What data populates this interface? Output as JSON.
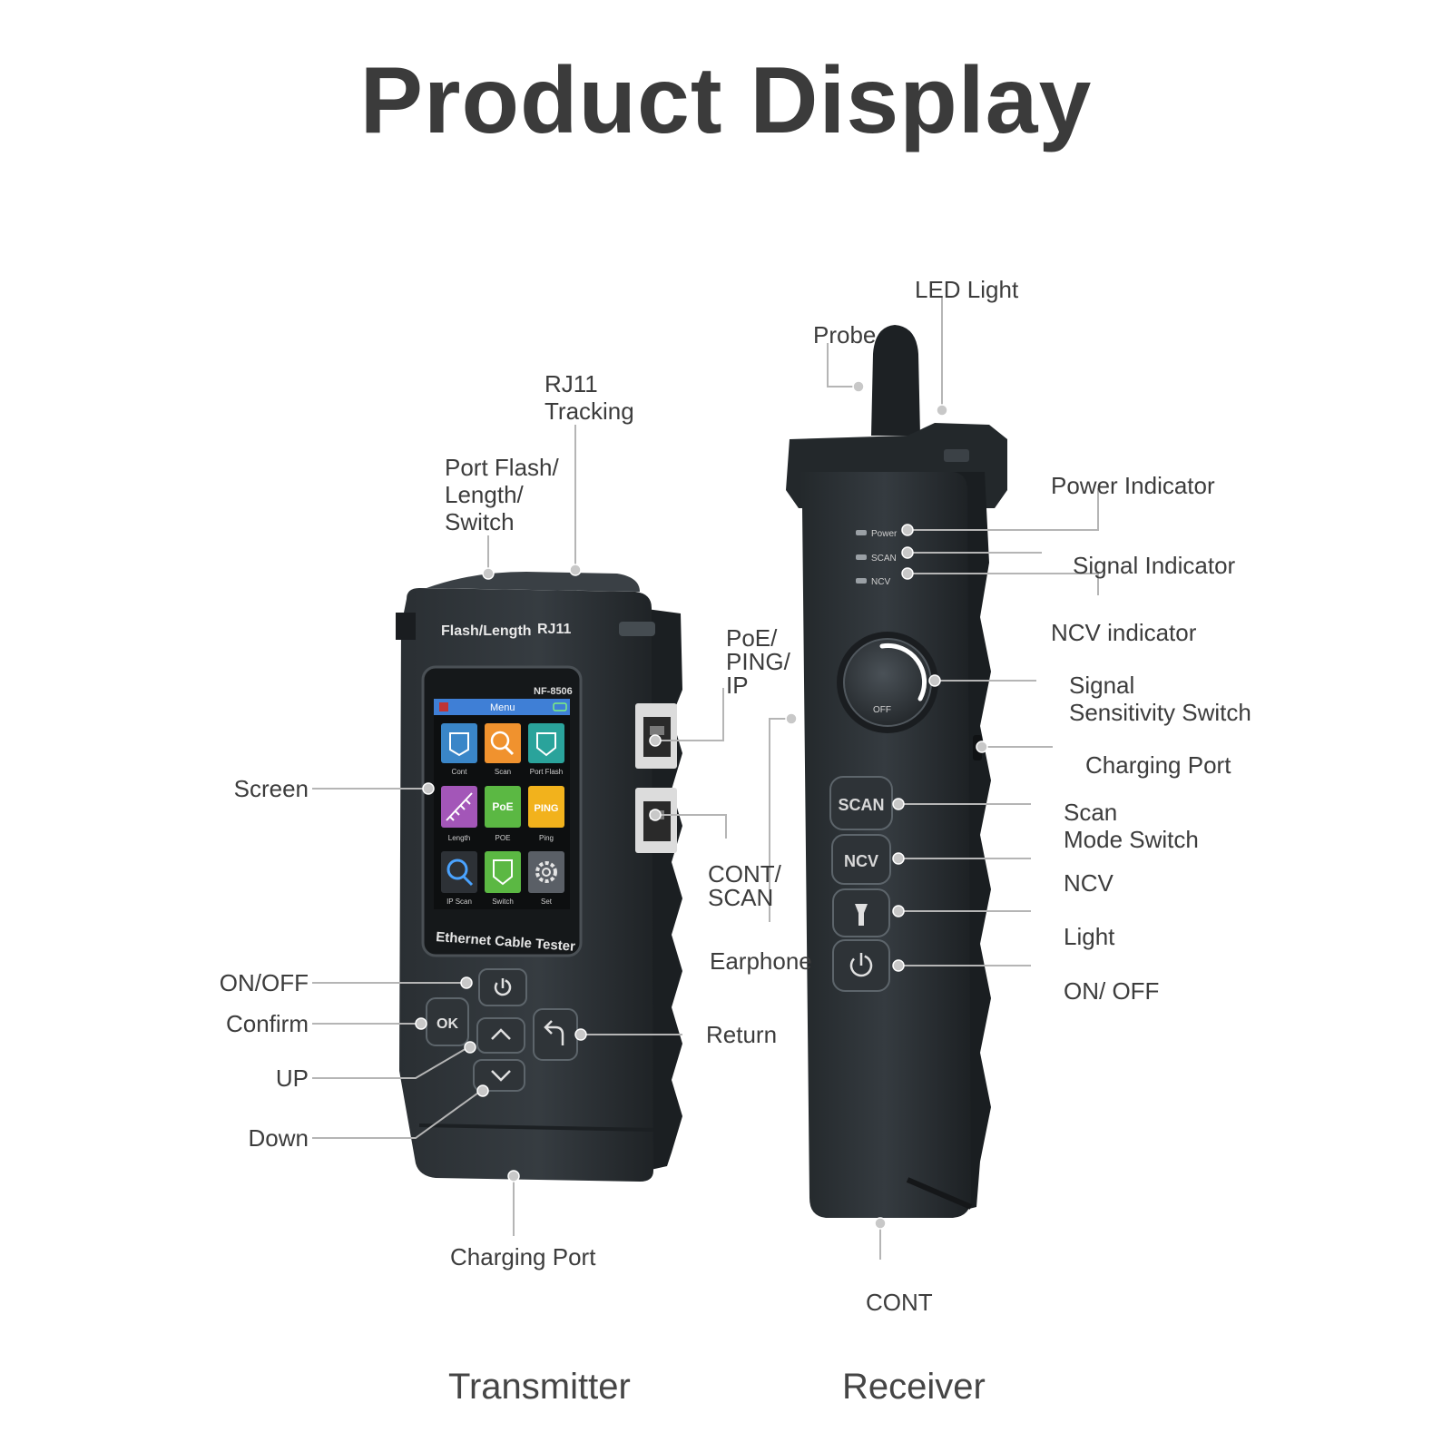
{
  "title": "Product Display",
  "transmitter": {
    "caption": "Transmitter",
    "top_label_left": "Flash/Length",
    "top_label_right": "RJ11",
    "model": "NF-8506",
    "brand_text": "Ethernet Cable Tester",
    "screen": {
      "header": "Menu",
      "apps": [
        "Cont",
        "Scan",
        "Port Flash",
        "Length",
        "POE",
        "Ping",
        "IP Scan",
        "Switch",
        "Set"
      ],
      "tile_text_poe": "PoE",
      "tile_text_ping": "PING"
    },
    "buttons": {
      "ok": "OK"
    },
    "callouts": {
      "rj11_tracking": "RJ11\nTracking",
      "port_flash": "Port Flash/\nLength/\nSwitch",
      "poe_ping_ip": "PoE/\nPING/\nIP",
      "cont_scan": "CONT/\nSCAN",
      "screen": "Screen",
      "on_off": "ON/OFF",
      "confirm": "Confirm",
      "up": "UP",
      "down": "Down",
      "return": "Return",
      "charging_port": "Charging Port"
    }
  },
  "receiver": {
    "caption": "Receiver",
    "indicators": [
      "Power",
      "SCAN",
      "NCV"
    ],
    "knob_text": "OFF",
    "buttons": {
      "scan": "SCAN",
      "ncv": "NCV"
    },
    "callouts": {
      "led_light": "LED Light",
      "probe": "Probe",
      "power_indicator": "Power Indicator",
      "signal_indicator": "Signal Indicator",
      "ncv_indicator": "NCV indicator",
      "sensitivity_switch": "Signal\nSensitivity Switch",
      "charging_port": "Charging Port",
      "scan_mode": "Scan\nMode Switch",
      "ncv": "NCV",
      "light": "Light",
      "on_off": "ON/ OFF",
      "earphone": "Earphone",
      "cont": "CONT"
    }
  },
  "colors": {
    "device_body": "#2b3034",
    "device_edge": "#3e454a",
    "screen_header": "#3f7fd6",
    "leader_line": "#b5b5b5",
    "dot": "#c4c4c4",
    "tile_blue": "#3a86c8",
    "tile_orange": "#f0922e",
    "tile_teal": "#2aa39b",
    "tile_purple": "#a356b8",
    "tile_green": "#5bb843",
    "tile_yellow": "#f2b21c",
    "tile_gray": "#5a5f66"
  }
}
